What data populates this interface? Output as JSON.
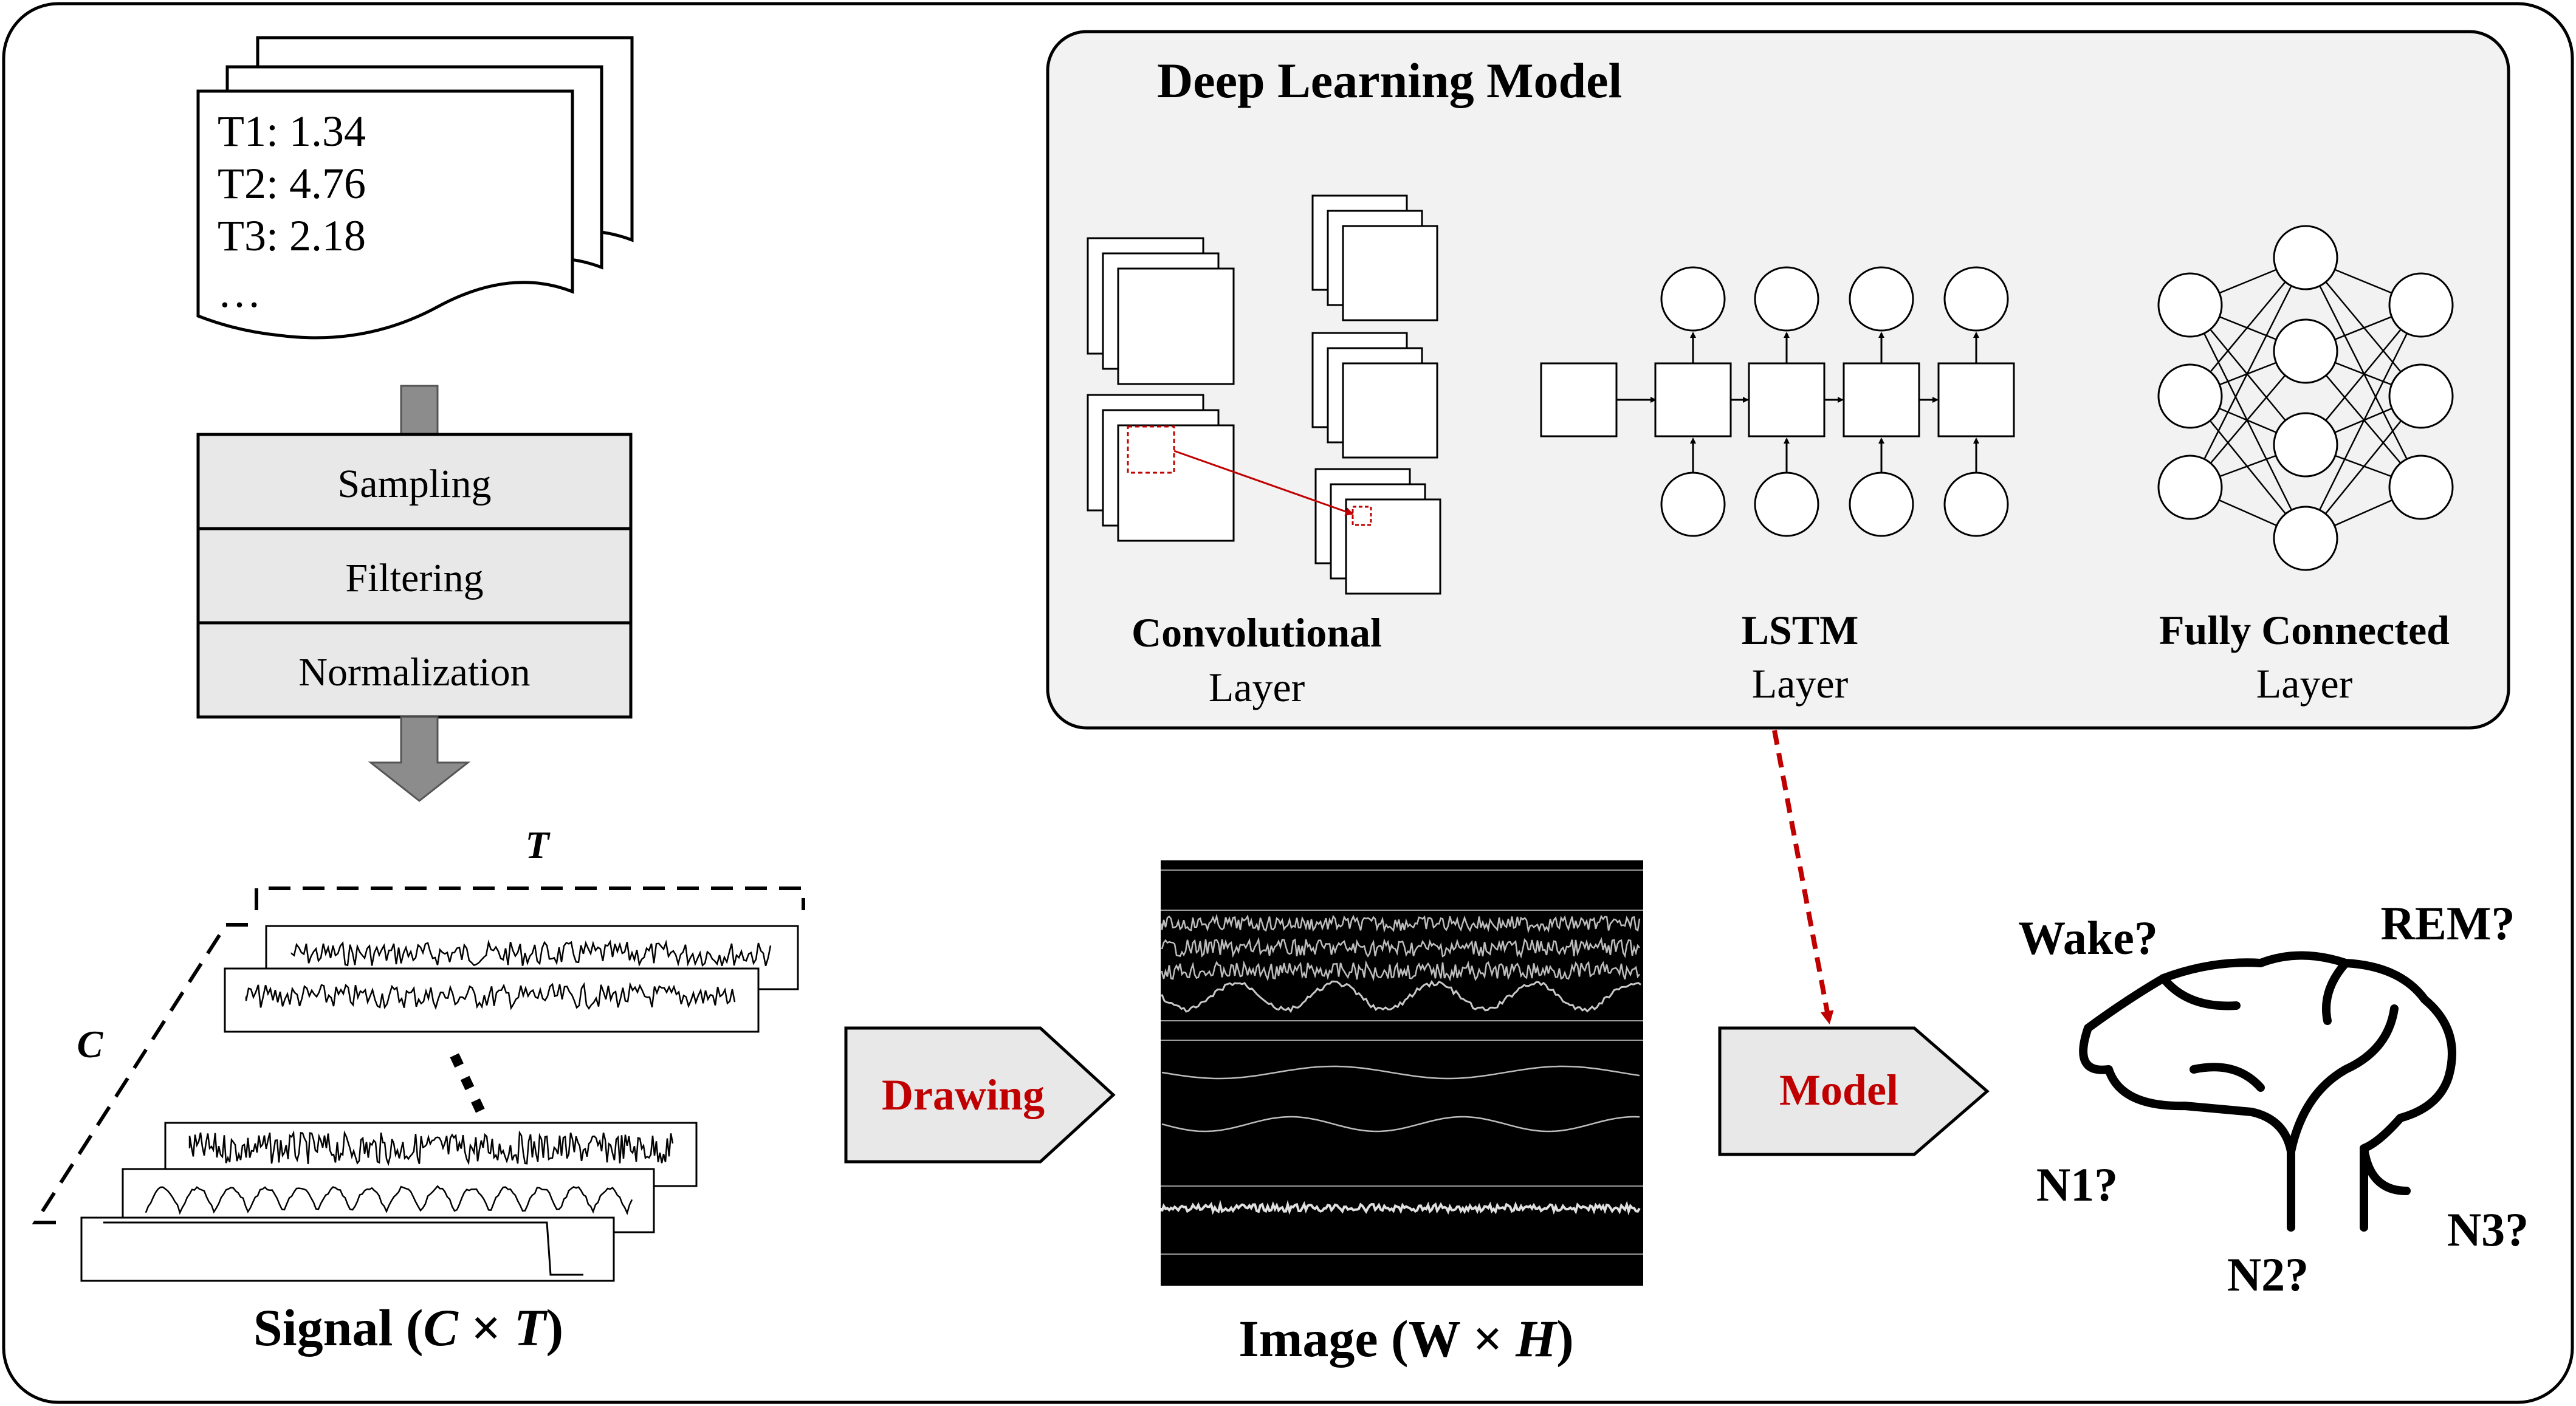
{
  "documents": {
    "lines": [
      "T1: 1.34",
      "T2: 4.76",
      "T3: 2.18",
      "…"
    ]
  },
  "preprocessing": {
    "steps": [
      "Sampling",
      "Filtering",
      "Normalization"
    ]
  },
  "signal": {
    "t_label": "T",
    "c_label": "C",
    "dots": "⋮",
    "caption_prefix": "Signal (",
    "caption_c": "C",
    "caption_times": " × ",
    "caption_t": "T",
    "caption_suffix": ")"
  },
  "drawing": {
    "label": "Drawing"
  },
  "image": {
    "caption_prefix": "Image (W × ",
    "caption_h": "H",
    "caption_suffix": ")"
  },
  "model_arrow": {
    "label": "Model"
  },
  "deep_learning": {
    "title": "Deep Learning Model",
    "conv": {
      "name": "Convolutional",
      "sub": "Layer"
    },
    "lstm": {
      "name": "LSTM",
      "sub": "Layer"
    },
    "fc": {
      "name": "Fully Connected",
      "sub": "Layer"
    }
  },
  "stages": {
    "wake": "Wake?",
    "rem": "REM?",
    "n1": "N1?",
    "n2": "N2?",
    "n3": "N3?"
  },
  "colors": {
    "accent_red": "#c00000",
    "panel_gray": "#f2f2f2",
    "box_gray": "#e8e8e8",
    "arrow_gray": "#8c8c8c"
  }
}
